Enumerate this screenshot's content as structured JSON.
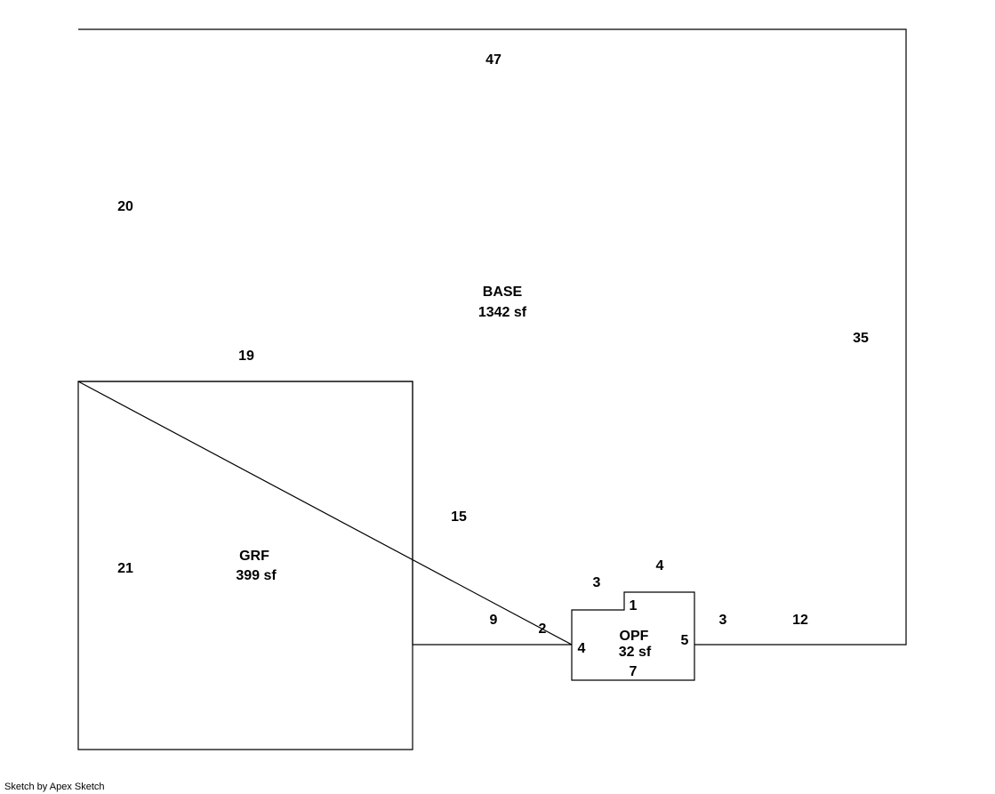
{
  "areas": {
    "base": {
      "name": "BASE",
      "area": "1342 sf"
    },
    "garage": {
      "name": "GRF",
      "area": "399 sf"
    },
    "porch": {
      "name": "OPF",
      "area": "32 sf"
    }
  },
  "dimensions": {
    "base_top": "47",
    "base_left": "20",
    "base_right": "35",
    "base_inner_top": "19",
    "base_inner_right": "15",
    "base_bottom_left": "9",
    "base_bottom_mid": "2",
    "base_bottom_right_short": "3",
    "base_bottom_right": "12",
    "garage_left": "21",
    "porch_top_left": "3",
    "porch_top_right": "4",
    "porch_step": "1",
    "porch_left": "4",
    "porch_right": "5",
    "porch_bottom": "7"
  },
  "footer": "Sketch by Apex Sketch"
}
